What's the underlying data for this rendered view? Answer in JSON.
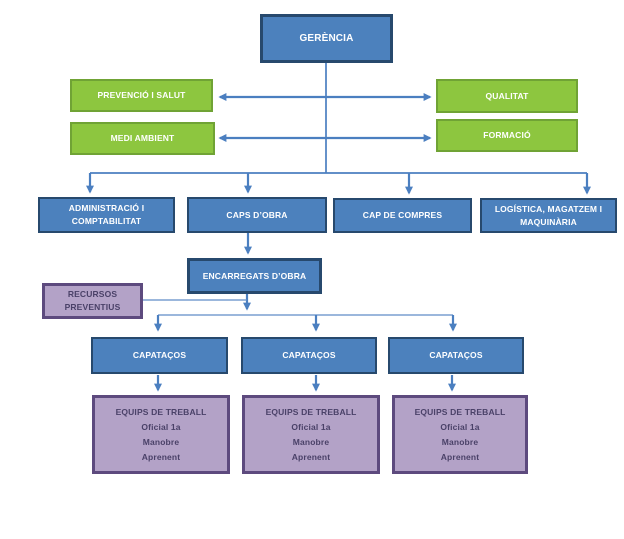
{
  "diagram": {
    "type": "org-chart",
    "nodes": {
      "gerencia": {
        "label": "GERÈNCIA"
      },
      "prevencio_salut": {
        "label": "PREVENCIÓ I SALUT"
      },
      "qualitat": {
        "label": "QUALITAT"
      },
      "medi_ambient": {
        "label": "MEDI AMBIENT"
      },
      "formacio": {
        "label": "FORMACIÓ"
      },
      "administracio": {
        "lines": [
          "ADMINISTRACIÓ I",
          "COMPTABILITAT"
        ]
      },
      "caps_dobra": {
        "label": "CAPS D’OBRA"
      },
      "cap_de_compres": {
        "label": "CAP DE COMPRES"
      },
      "logistica": {
        "lines": [
          "LOGÍSTICA, MAGATZEM I",
          "MAQUINÀRIA"
        ]
      },
      "encarregats_dobra": {
        "label": "ENCARREGATS D’OBRA"
      },
      "recursos_preventius": {
        "lines": [
          "RECURSOS",
          "PREVENTIUS"
        ]
      },
      "capatacos": [
        "CAPATAÇOS",
        "CAPATAÇOS",
        "CAPATAÇOS"
      ],
      "equips_teams": [
        {
          "lines": [
            "EQUIPS DE TREBALL",
            "Oficial 1a",
            "Manobre",
            "Aprenent"
          ]
        },
        {
          "lines": [
            "EQUIPS DE TREBALL",
            "Oficial 1a",
            "Manobre",
            "Aprenent"
          ]
        },
        {
          "lines": [
            "EQUIPS DE TREBALL",
            "Oficial 1a",
            "Manobre",
            "Aprenent"
          ]
        }
      ]
    },
    "edges": [
      {
        "from": "gerencia",
        "to": "prevencio_salut",
        "style": "double-arrow"
      },
      {
        "from": "gerencia",
        "to": "qualitat",
        "style": "double-arrow"
      },
      {
        "from": "gerencia",
        "to": "medi_ambient",
        "style": "double-arrow"
      },
      {
        "from": "gerencia",
        "to": "formacio",
        "style": "double-arrow"
      },
      {
        "from": "gerencia",
        "to": "administracio",
        "style": "arrow"
      },
      {
        "from": "gerencia",
        "to": "caps_dobra",
        "style": "arrow"
      },
      {
        "from": "gerencia",
        "to": "cap_de_compres",
        "style": "arrow"
      },
      {
        "from": "gerencia",
        "to": "logistica",
        "style": "arrow"
      },
      {
        "from": "caps_dobra",
        "to": "encarregats_dobra",
        "style": "arrow"
      },
      {
        "from": "recursos_preventius",
        "to": "encarregats_dobra",
        "style": "line"
      },
      {
        "from": "encarregats_dobra",
        "to": "capatacos.0",
        "style": "arrow"
      },
      {
        "from": "encarregats_dobra",
        "to": "capatacos.1",
        "style": "arrow"
      },
      {
        "from": "encarregats_dobra",
        "to": "capatacos.2",
        "style": "arrow"
      },
      {
        "from": "capatacos.0",
        "to": "equips_teams.0",
        "style": "arrow"
      },
      {
        "from": "capatacos.1",
        "to": "equips_teams.1",
        "style": "arrow"
      },
      {
        "from": "capatacos.2",
        "to": "equips_teams.2",
        "style": "arrow"
      }
    ],
    "colors": {
      "background": "#ffffff",
      "blue_fill": "#4c81bd",
      "blue_border": "#27496d",
      "green_fill": "#8dc63f",
      "green_border": "#70a335",
      "purple_fill": "#b3a2c7",
      "purple_border": "#5d4a7e",
      "purple_text": "#4a4168",
      "connector_blue": "#4b7fc0",
      "text_on_fill": "#ffffff"
    }
  }
}
